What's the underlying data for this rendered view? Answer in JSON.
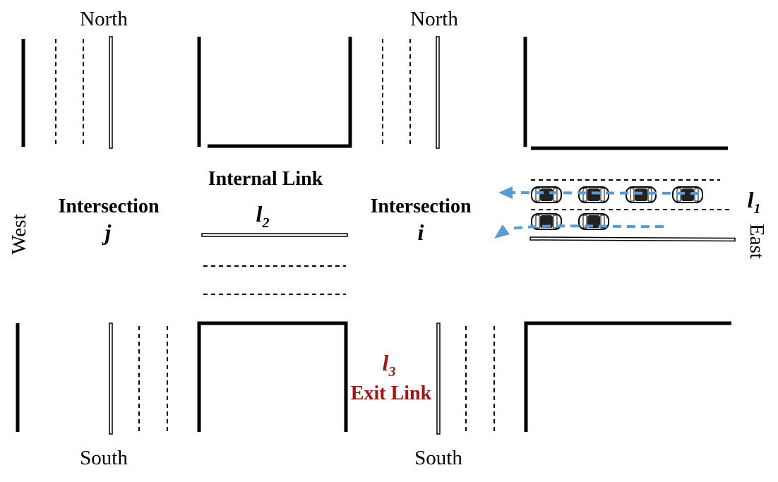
{
  "directions": {
    "north": "North",
    "south": "South",
    "west": "West",
    "east": "East"
  },
  "intersection_j": {
    "title": "Intersection",
    "id": "j"
  },
  "intersection_i": {
    "title": "Intersection",
    "id": "i"
  },
  "internal_link": {
    "label": "Internal Link",
    "symbol": "l",
    "subscript": "2"
  },
  "link_1": {
    "symbol": "l",
    "subscript": "1"
  },
  "exit_link": {
    "symbol": "l",
    "subscript": "3",
    "label": "Exit Link",
    "color": "#a31515"
  },
  "colors": {
    "road": "#000000",
    "arrow": "#5b9bd5",
    "exit_text": "#a31515"
  }
}
